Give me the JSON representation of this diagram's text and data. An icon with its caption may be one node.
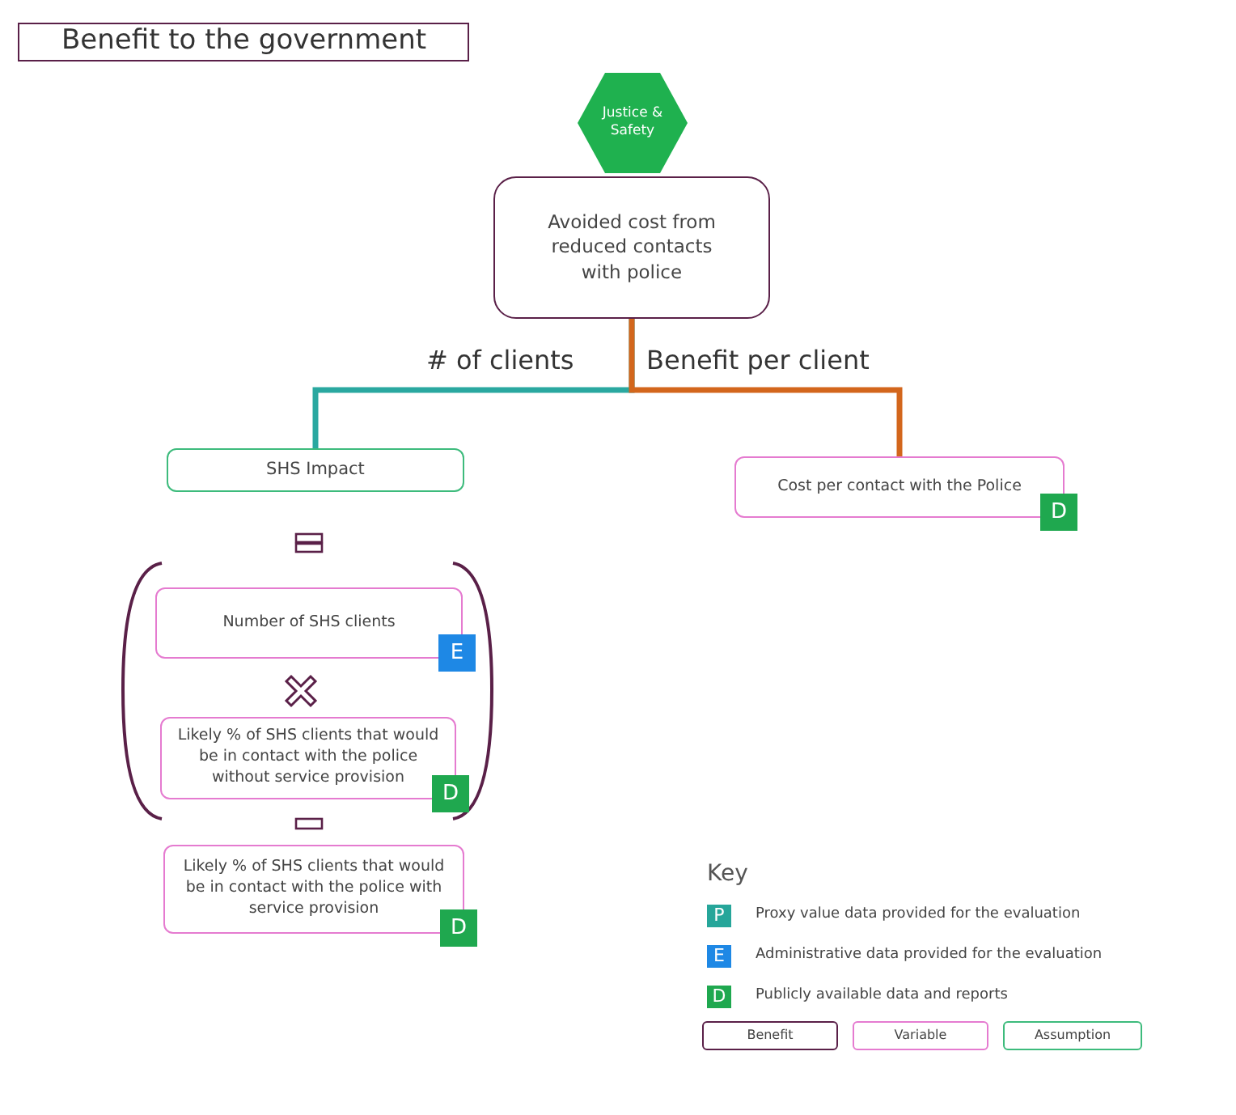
{
  "diagram": {
    "title": "Benefit to the government",
    "nodes": [
      {
        "text": [
          "Justice & Safety"
        ]
      },
      {
        "text": [
          "Avoided cost from reduced contacts with police"
        ]
      },
      {
        "text": [
          "SHS Impact"
        ]
      },
      {
        "text": [
          "Cost per contact with the Police",
          "D"
        ]
      },
      {
        "text": [
          "Number of SHS clients",
          "E"
        ]
      },
      {
        "text": [
          "Likely % of SHS clients that would be in contact with the police without service provision",
          "D"
        ]
      },
      {
        "text": [
          "Likely % of SHS clients that would be in contact with the police with service provision",
          "D"
        ]
      }
    ],
    "edges": [
      {
        "from": 1,
        "to": 2,
        "arrow": "none",
        "label": "# of clients",
        "color": "#2aa8a0"
      },
      {
        "from": 1,
        "to": 3,
        "arrow": "none",
        "label": "Benefit per client",
        "color": "#d3661c"
      }
    ],
    "labels": [
      "Key",
      "P",
      "E",
      "D"
    ],
    "legend": [
      {
        "text": "Proxy value data provided for the evaluation",
        "color": "#26a69a"
      },
      {
        "text": "Administrative data provided for the evaluation",
        "color": "#1e88e5"
      },
      {
        "text": "Publicly available data and reports",
        "color": "#1fa84f"
      },
      {
        "text": "Benefit",
        "color": "#5a2048"
      },
      {
        "text": "Variable",
        "color": "#e57bd0"
      },
      {
        "text": "Assumption",
        "color": "#3dbb7c"
      }
    ]
  }
}
